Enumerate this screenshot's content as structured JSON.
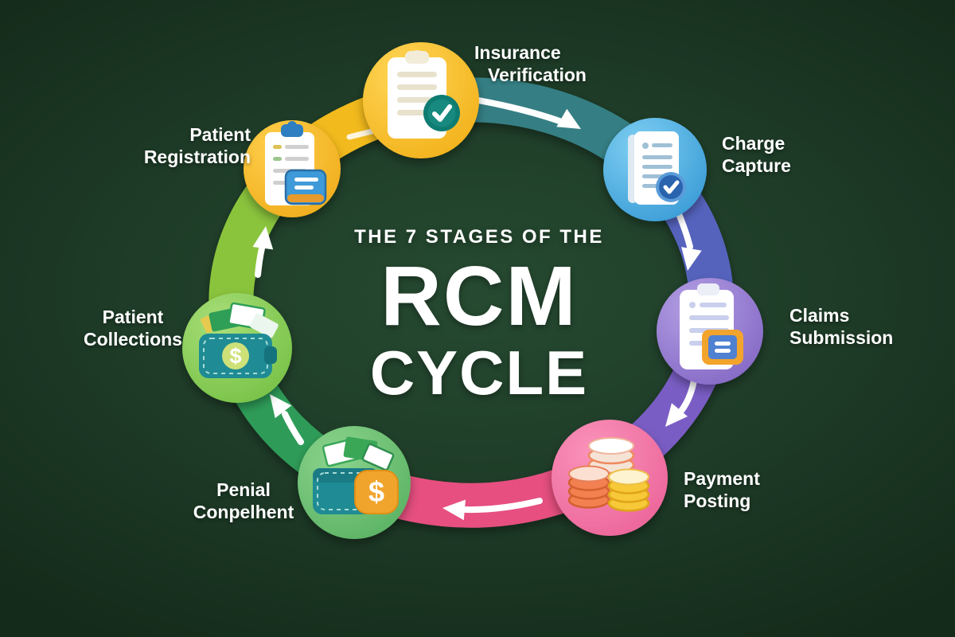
{
  "title": {
    "kicker": "THE 7 STAGES OF THE",
    "main": "RCM",
    "sub": "CYCLE"
  },
  "colors": {
    "background": "#1d3a26",
    "arrow": "#ffffff",
    "title_text": "#ffffff",
    "label_text": "#ffffff"
  },
  "stages": [
    {
      "id": "insurance-verification",
      "label_line1": "Insurance",
      "label_line2": "Verification",
      "icon": "clipboard-check-icon",
      "circle_color_light": "#ffd758",
      "circle_color_dark": "#f0ab10",
      "segment_color": "#357f84",
      "connector": "arrow"
    },
    {
      "id": "charge-capture",
      "label_line1": "Charge",
      "label_line2": "Capture",
      "icon": "document-check-icon",
      "circle_color_light": "#7fd0f2",
      "circle_color_dark": "#2f93d2",
      "segment_color": "#5464bd",
      "connector": "arrow"
    },
    {
      "id": "claims-submission",
      "label_line1": "Claims",
      "label_line2": "Submission",
      "icon": "clipboard-message-icon",
      "circle_color_light": "#b4a0e4",
      "circle_color_dark": "#7d5fc0",
      "segment_color": "#7a5dc4",
      "connector": "arrow"
    },
    {
      "id": "payment-posting",
      "label_line1": "Payment",
      "label_line2": "Posting",
      "icon": "coin-stacks-icon",
      "circle_color_light": "#f993ba",
      "circle_color_dark": "#ea5d94",
      "segment_color": "#e65080",
      "connector": "arrow"
    },
    {
      "id": "denial-management",
      "label_line1": "Penial",
      "label_line2": "Conpelhent",
      "icon": "wallet-dollar-badge-icon",
      "icon_glyph": "$",
      "circle_color_light": "#8cd48e",
      "circle_color_dark": "#53ad5c",
      "segment_color": "#2d9c58",
      "connector": "arrow"
    },
    {
      "id": "patient-collections",
      "label_line1": "Patient",
      "label_line2": "Collections",
      "icon": "wallet-cash-icon",
      "icon_glyph": "$",
      "circle_color_light": "#a8de79",
      "circle_color_dark": "#6fbd3e",
      "segment_color": "#8ac43c",
      "connector": "arrow"
    },
    {
      "id": "patient-registration",
      "label_line1": "Patient",
      "label_line2": "Registration",
      "icon": "clipboard-card-icon",
      "circle_color_light": "#ffd04e",
      "circle_color_dark": "#eda713",
      "segment_color": "#f2ba1c",
      "connector": "dash"
    }
  ]
}
